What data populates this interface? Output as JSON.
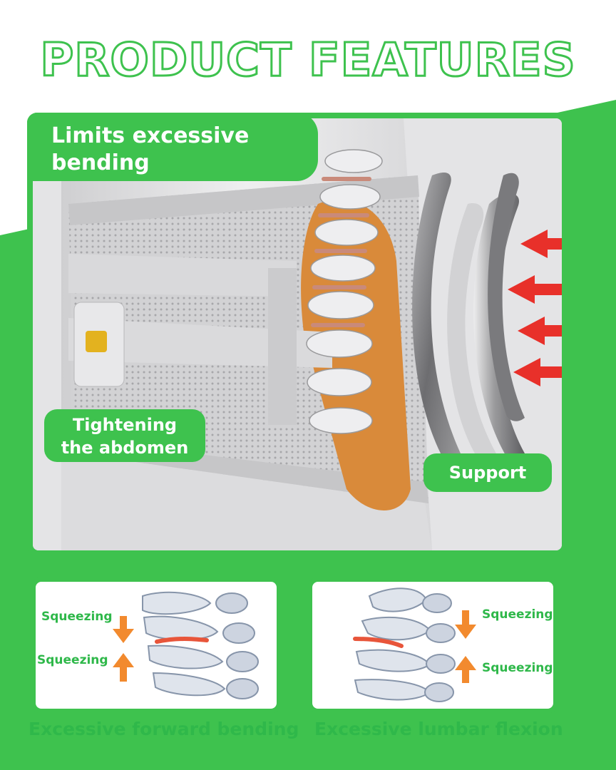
{
  "title": "PRODUCT FEATURES",
  "labels": {
    "top": "Limits excessive bending",
    "top_line1": "Limits excessive",
    "top_line2": "bending",
    "abdomen_line1": "Tightening",
    "abdomen_line2": "the abdomen",
    "support": "Support"
  },
  "cards": [
    {
      "caption": "Excessive forward bending",
      "squeeze_top": "Squeezing",
      "squeeze_bottom": "Squeezing"
    },
    {
      "caption": "Excessive lumbar flexion",
      "squeeze_top": "Squeezing",
      "squeeze_bottom": "Squeezing"
    }
  ],
  "colors": {
    "brand_green": "#3ec24e",
    "text_green": "#2fb84a",
    "arrow_red": "#e8302a",
    "arrow_orange": "#f28a2e"
  }
}
